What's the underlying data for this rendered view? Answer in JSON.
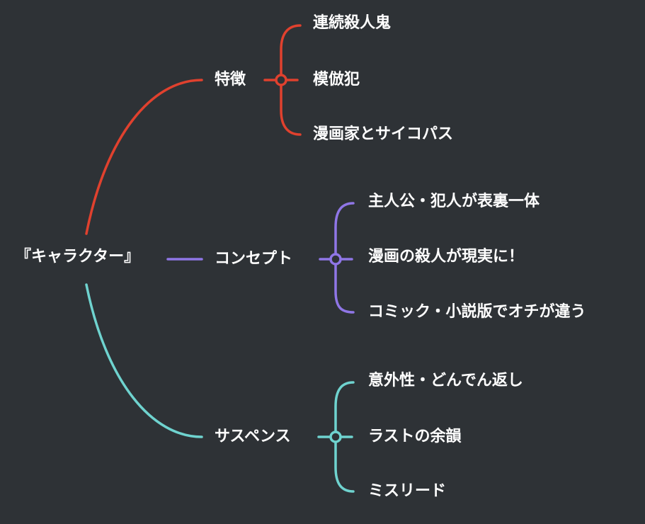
{
  "diagram": {
    "type": "mind-map",
    "root": {
      "label": "『キャラクター』"
    },
    "branches": [
      {
        "label": "特徴",
        "color": "#e0412e",
        "children": [
          "連続殺人鬼",
          "模倣犯",
          "漫画家とサイコパス"
        ]
      },
      {
        "label": "コンセプト",
        "color": "#8f76e6",
        "children": [
          "主人公・犯人が表裏一体",
          "漫画の殺人が現実に！",
          "コミック・小説版でオチが違う"
        ]
      },
      {
        "label": "サスペンス",
        "color": "#6fd3cf",
        "children": [
          "意外性・どんでん返し",
          "ラストの余韻",
          "ミスリード"
        ]
      }
    ]
  }
}
